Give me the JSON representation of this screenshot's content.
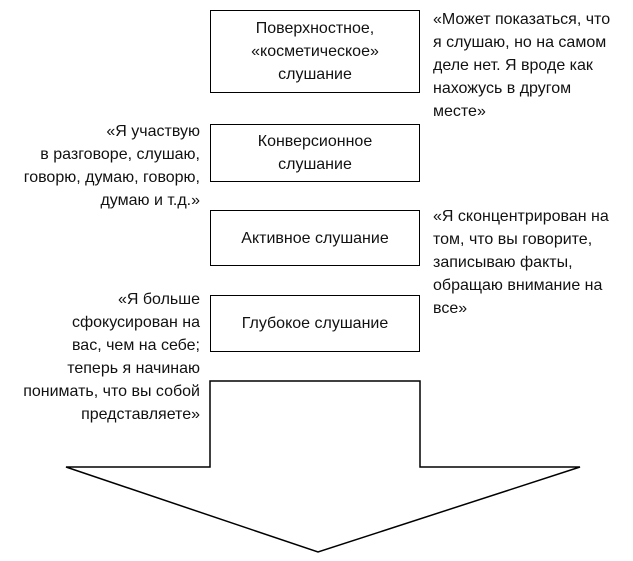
{
  "levels": [
    {
      "label": "Поверхностное,\n«косметическое»\nслушание"
    },
    {
      "label": "Конверсионное\nслушание"
    },
    {
      "label": "Активное слушание"
    },
    {
      "label": "Глубокое слушание"
    }
  ],
  "notes": [
    {
      "text": "«Может показаться, что\nя слушаю, но на самом\nделе нет. Я вроде как\nнахожусь в другом\nместе»"
    },
    {
      "text": "«Я участвую\nв разговоре, слушаю,\nговорю, думаю, говорю,\nдумаю и т.д.»"
    },
    {
      "text": "«Я сконцентрирован на\nтом, что вы говорите,\nзаписываю факты,\nобращаю внимание на\nвсе»"
    },
    {
      "text": "«Я больше\nсфокусирован на\nвас, чем на себе;\nтеперь я начинаю\nпонимать, что вы собой\nпредставляете»"
    }
  ],
  "colors": {
    "stroke": "#000000",
    "background": "#ffffff",
    "text": "#111111"
  }
}
